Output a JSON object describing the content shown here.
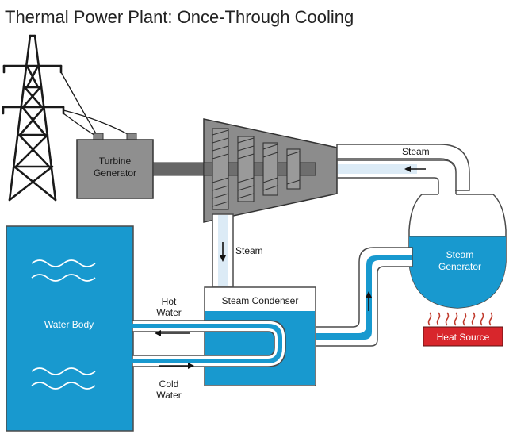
{
  "title": "Thermal Power Plant: Once-Through Cooling",
  "labels": {
    "turbine_generator": [
      "Turbine",
      "Generator"
    ],
    "steam_top": "Steam",
    "steam_down": "Steam",
    "steam_generator": [
      "Steam",
      "Generator"
    ],
    "steam_condenser": "Steam Condenser",
    "hot_water": [
      "Hot",
      "Water"
    ],
    "cold_water": [
      "Cold",
      "Water"
    ],
    "water_body": "Water Body",
    "heat_source": "Heat Source"
  },
  "colors": {
    "water": "#1899cf",
    "steam": "#dcebf6",
    "pipe_outline": "#4a4a4a",
    "machine": "#8a8a8a",
    "heat_source": "#d8262c",
    "heat_waves": "#c0392b"
  },
  "icons": [
    "transmission-tower-icon",
    "wave-icon",
    "arrow-icon",
    "heat-wave-icon"
  ]
}
